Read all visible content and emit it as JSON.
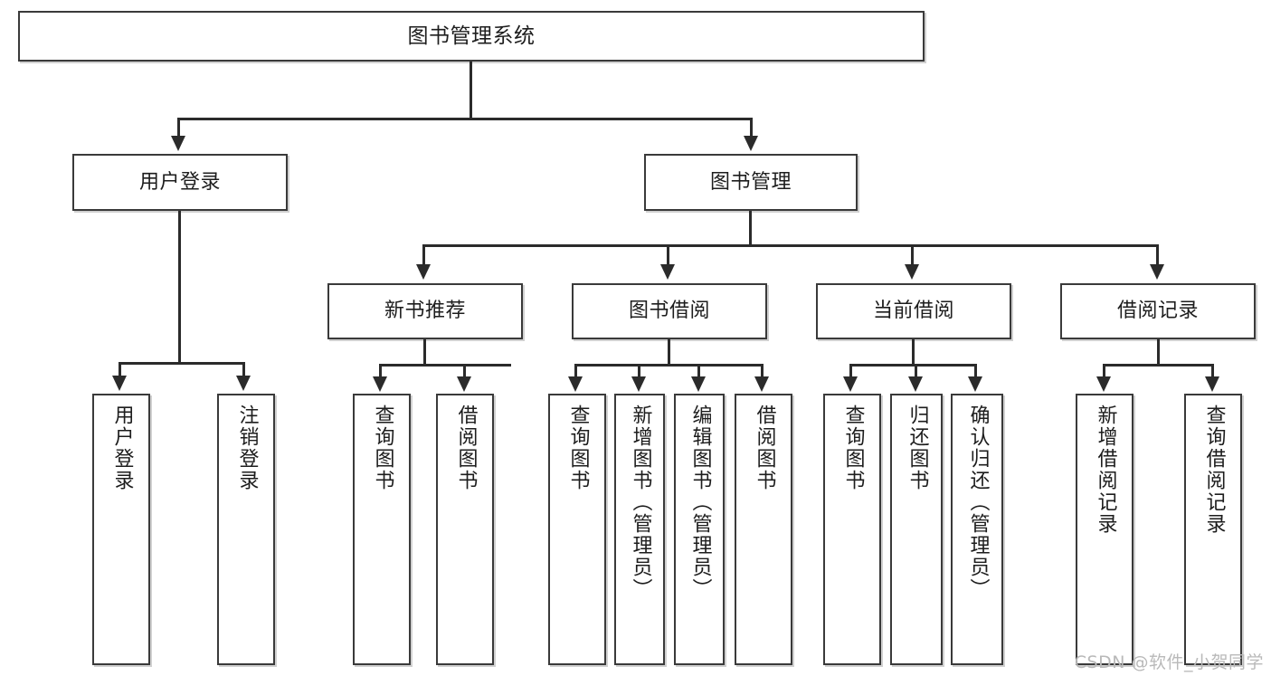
{
  "diagram": {
    "type": "tree",
    "title": "图书管理系统",
    "root": {
      "label": "图书管理系统"
    },
    "level1": [
      {
        "label": "用户登录"
      },
      {
        "label": "图书管理"
      }
    ],
    "level2": [
      {
        "label": "新书推荐"
      },
      {
        "label": "图书借阅"
      },
      {
        "label": "当前借阅"
      },
      {
        "label": "借阅记录"
      }
    ],
    "leaves": [
      {
        "label": "用户登录",
        "parent": "用户登录"
      },
      {
        "label": "注销登录",
        "parent": "用户登录"
      },
      {
        "label": "查询图书",
        "parent": "新书推荐"
      },
      {
        "label": "借阅图书",
        "parent": "新书推荐"
      },
      {
        "label": "查询图书",
        "parent": "图书借阅"
      },
      {
        "label": "新增图书（管理员）",
        "parent": "图书借阅"
      },
      {
        "label": "编辑图书（管理员）",
        "parent": "图书借阅"
      },
      {
        "label": "借阅图书",
        "parent": "图书借阅"
      },
      {
        "label": "查询图书",
        "parent": "当前借阅"
      },
      {
        "label": "归还图书",
        "parent": "当前借阅"
      },
      {
        "label": "确认归还（管理员）",
        "parent": "当前借阅"
      },
      {
        "label": "新增借阅记录",
        "parent": "借阅记录"
      },
      {
        "label": "查询借阅记录",
        "parent": "借阅记录"
      }
    ]
  },
  "watermark": {
    "text": "CSDN @软件_小贺同学"
  },
  "colors": {
    "box_border": "#3a3a3a",
    "connector": "#2b2b2b",
    "background": "#ffffff",
    "text": "#1d1d1d",
    "watermark": "#b9b9b9"
  }
}
